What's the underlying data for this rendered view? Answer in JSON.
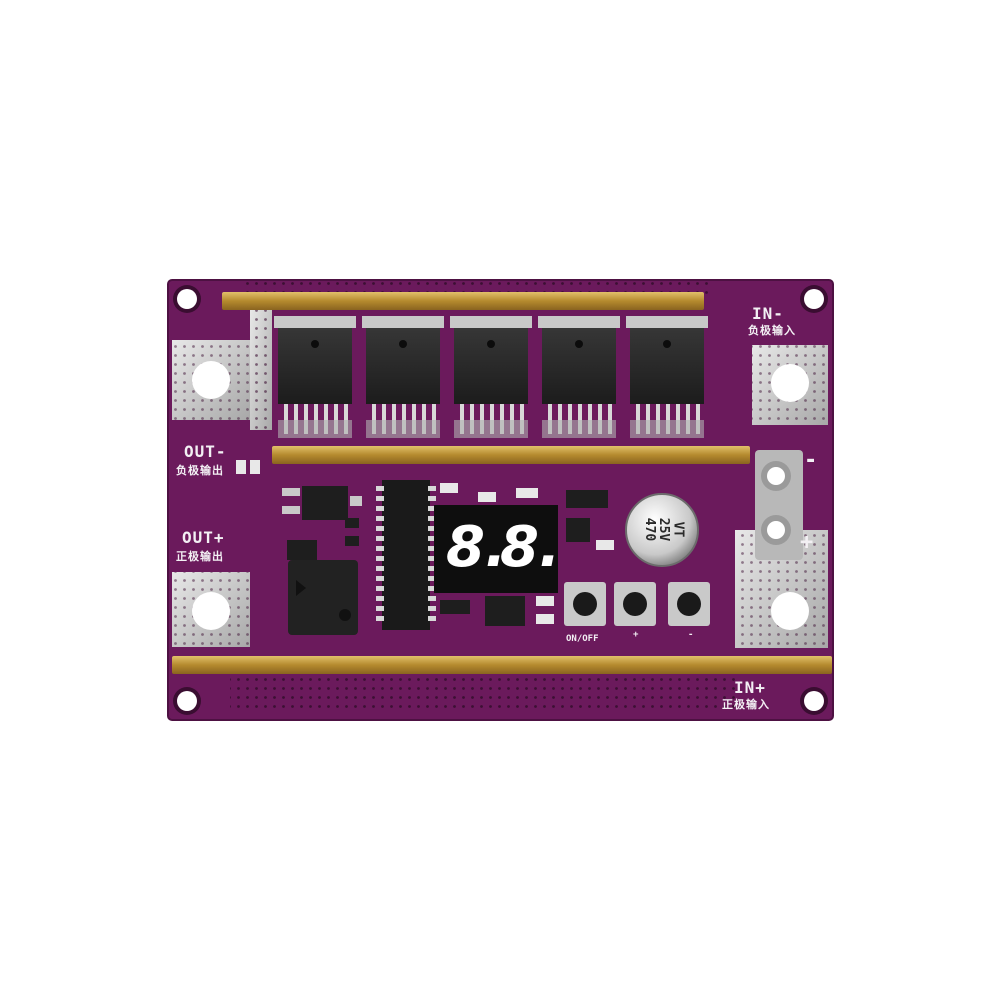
{
  "board": {
    "pcb_color": "#6b1a5c",
    "copper_color": "#c9a24a",
    "mosfet_count": 5
  },
  "labels": {
    "in_minus": "IN-",
    "in_minus_cn": "负极输入",
    "in_plus": "IN+",
    "in_plus_cn": "正极输入",
    "out_minus": "OUT-",
    "out_minus_cn": "负极输出",
    "out_plus": "OUT+",
    "out_plus_cn": "正极输出",
    "power_minus": "-",
    "power_plus": "+",
    "on_off": "ON/OFF",
    "btn_plus": "+",
    "btn_minus": "-"
  },
  "display": {
    "digit1": "8.",
    "digit2": "8."
  },
  "capacitor": {
    "line1": "470",
    "line2": "25V",
    "line3": "VT"
  }
}
